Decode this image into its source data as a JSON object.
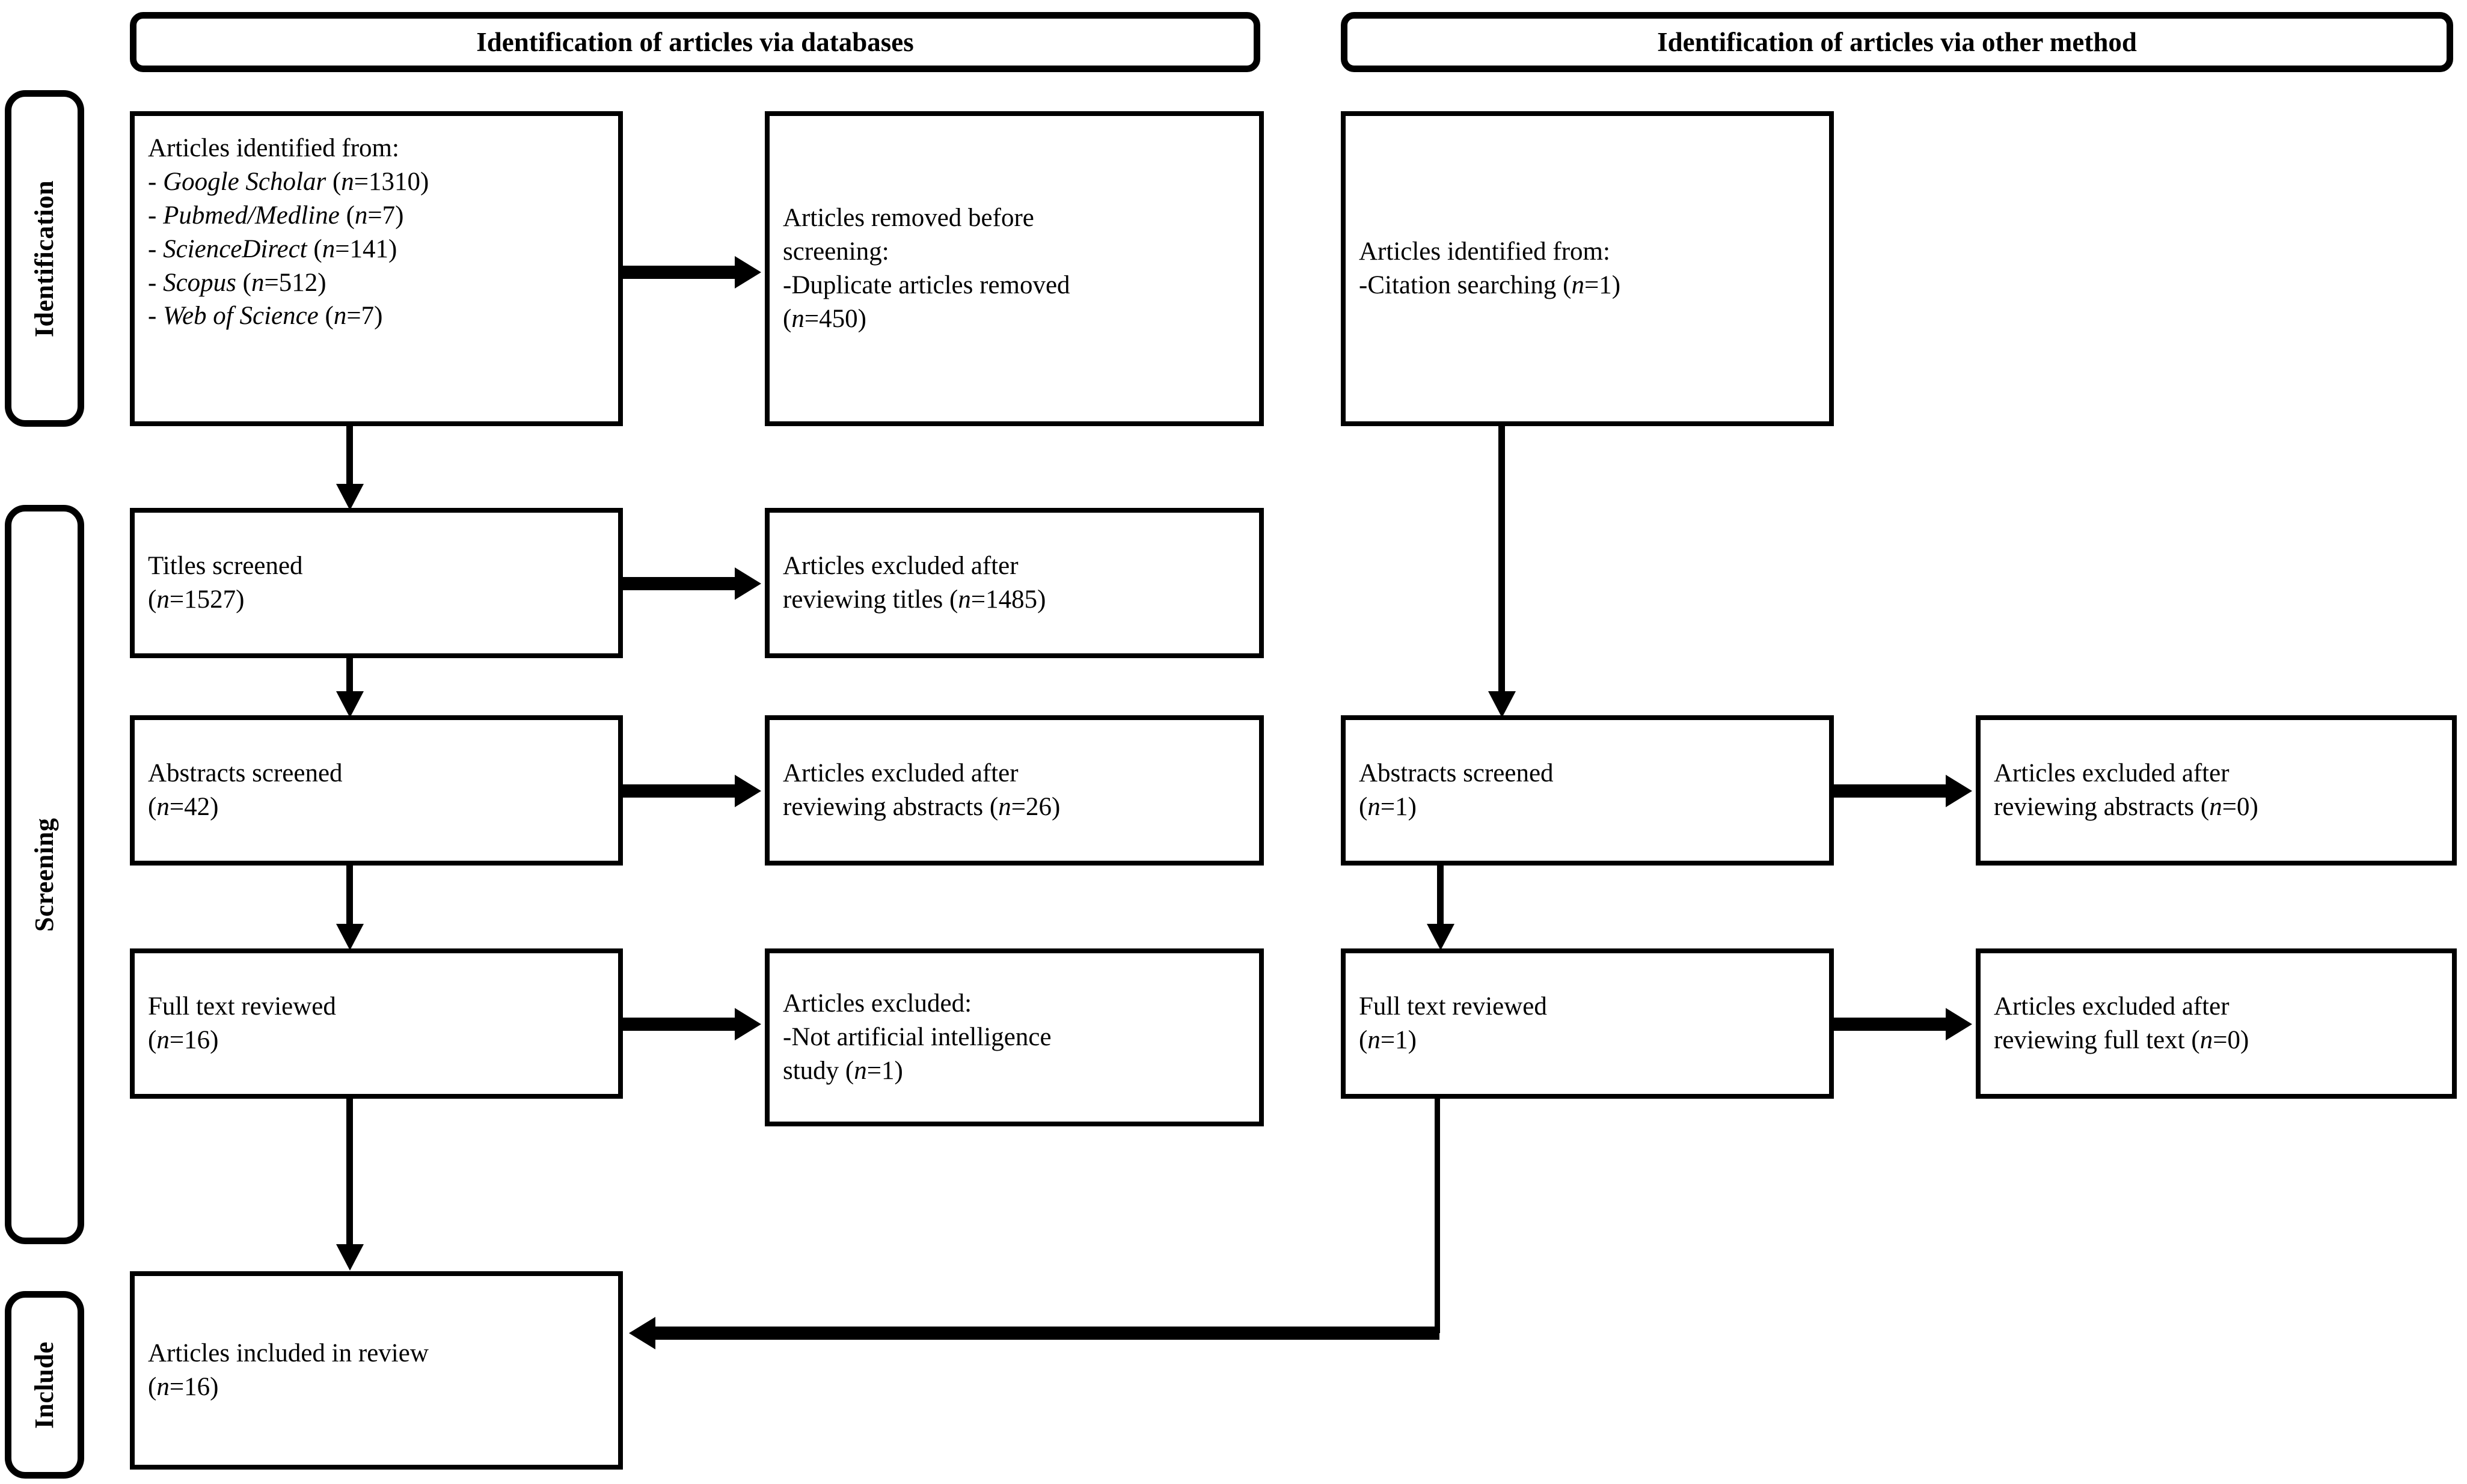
{
  "diagram": {
    "type": "prisma-flow-diagram",
    "phases": [
      {
        "id": "identification",
        "label": "Identification"
      },
      {
        "id": "screening",
        "label": "Screening"
      },
      {
        "id": "include",
        "label": "Include"
      }
    ],
    "columns": [
      {
        "id": "databases",
        "header": "Identification of articles via databases"
      },
      {
        "id": "other",
        "header": "Identification of articles via other method"
      }
    ],
    "boxes": {
      "db_identified": {
        "heading": "Articles identified from:",
        "items": [
          {
            "bullet": "-",
            "source": "Google Scholar",
            "n": "(n=1310)"
          },
          {
            "bullet": "-",
            "source": "Pubmed/Medline",
            "n": "(n=7)"
          },
          {
            "bullet": "-",
            "source": "ScienceDirect",
            "n": "(n=141)"
          },
          {
            "bullet": "-",
            "source": "Scopus",
            "n": "(n=512)"
          },
          {
            "bullet": "-",
            "source": "Web of Science",
            "n": "(n=7)"
          }
        ]
      },
      "db_removed": {
        "line1": "Articles removed before",
        "line2": "screening:",
        "line3": "-Duplicate articles removed",
        "line4_pre": "(",
        "line4_var": "n",
        "line4_post": "=450)"
      },
      "db_titles_screened": {
        "line1": "Titles screened",
        "line2_pre": "(",
        "line2_var": "n",
        "line2_post": "=1527)"
      },
      "db_titles_excluded": {
        "line1": "Articles excluded after",
        "line2_pre": "reviewing titles (",
        "line2_var": "n",
        "line2_post": "=1485)"
      },
      "db_abstracts_screened": {
        "line1": "Abstracts screened",
        "line2_pre": "(",
        "line2_var": "n",
        "line2_post": "=42)"
      },
      "db_abstracts_excluded": {
        "line1": "Articles excluded after",
        "line2_pre": "reviewing abstracts (",
        "line2_var": "n",
        "line2_post": "=26)"
      },
      "db_fulltext_reviewed": {
        "line1": "Full text reviewed",
        "line2_pre": "(",
        "line2_var": "n",
        "line2_post": "=16)"
      },
      "db_fulltext_excluded": {
        "line1": "Articles excluded:",
        "line2": "-Not artificial intelligence",
        "line3_pre": "study (",
        "line3_var": "n",
        "line3_post": "=1)"
      },
      "other_identified": {
        "line1": "Articles identified from:",
        "line2_pre": "-Citation searching (",
        "line2_var": "n",
        "line2_post": "=1)"
      },
      "other_abstracts_screened": {
        "line1": "Abstracts screened",
        "line2_pre": "(",
        "line2_var": "n",
        "line2_post": "=1)"
      },
      "other_abstracts_excluded": {
        "line1": "Articles excluded after",
        "line2_pre": "reviewing abstracts (",
        "line2_var": "n",
        "line2_post": "=0)"
      },
      "other_fulltext_reviewed": {
        "line1": "Full text reviewed",
        "line2_pre": "(",
        "line2_var": "n",
        "line2_post": "=1)"
      },
      "other_fulltext_excluded": {
        "line1": "Articles excluded after",
        "line2_pre": "reviewing full text (",
        "line2_var": "n",
        "line2_post": "=0)"
      },
      "included": {
        "line1": "Articles included in review",
        "line2_pre": "(",
        "line2_var": "n",
        "line2_post": "=16)"
      }
    },
    "colors": {
      "stroke": "#000000",
      "fill": "#ffffff",
      "text": "#000000"
    }
  }
}
